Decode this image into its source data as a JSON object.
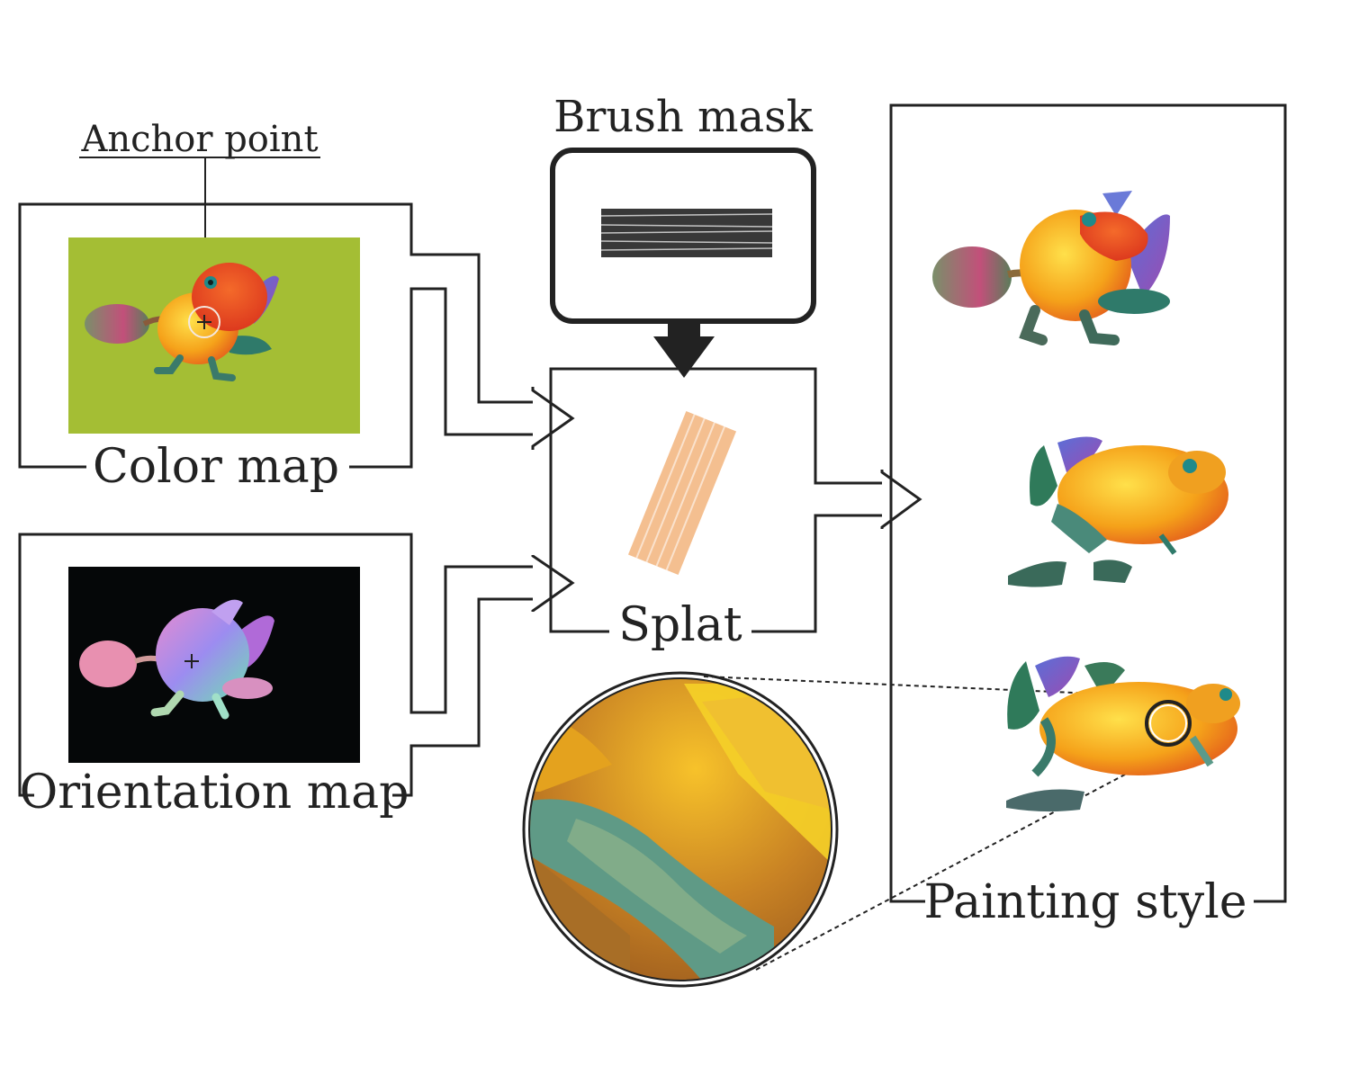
{
  "labels": {
    "anchor_point": "Anchor point",
    "color_map": "Color map",
    "orientation_map": "Orientation map",
    "brush_mask": "Brush mask",
    "splat": "Splat",
    "painting_style": "Painting style"
  },
  "colors": {
    "line": "#222222",
    "color_map_bg": "#a4be34",
    "orientation_map_bg": "#050708",
    "splat_stroke": "#f2b47c"
  }
}
